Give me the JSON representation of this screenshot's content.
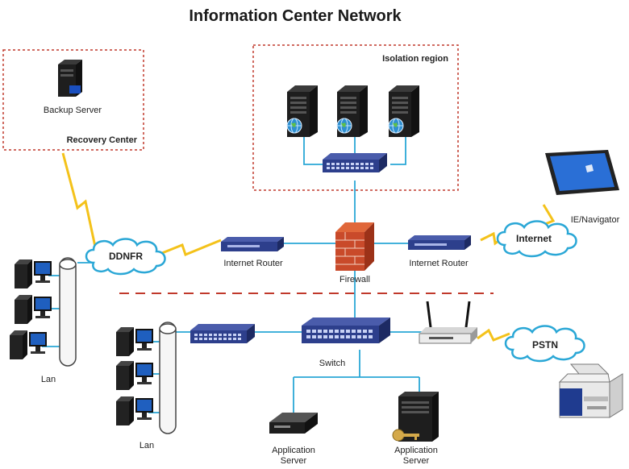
{
  "title": "Information Center Network",
  "regions": {
    "isolation": "Isolation region",
    "recovery": "Recovery Center"
  },
  "labels": {
    "backup_server": "Backup Server",
    "internet_router_left": "Internet Router",
    "internet_router_right": "Internet Router",
    "firewall": "Firewall",
    "ie_navigator": "IE/Navigator",
    "switch": "Switch",
    "lan_left": "Lan",
    "lan_center": "Lan",
    "app_server_1": "Application\nServer",
    "app_server_2": "Application\nServer"
  },
  "clouds": {
    "ddnfr": "DDNFR",
    "internet": "Internet",
    "pstn": "PSTN"
  },
  "colors": {
    "link": "#2aa7d6",
    "lightning": "#f4c21a",
    "dashed_region": "#c0392b",
    "separator": "#c0392b",
    "equipment": "#2d3f8c",
    "server": "#1e1e1e"
  },
  "icons": [
    "server-icon",
    "globe-icon",
    "switch-icon",
    "router-icon",
    "firewall-icon",
    "tablet-icon",
    "wifi-router-icon",
    "printer-icon",
    "workstation-icon",
    "cloud-icon",
    "lightning-icon",
    "key-icon"
  ]
}
